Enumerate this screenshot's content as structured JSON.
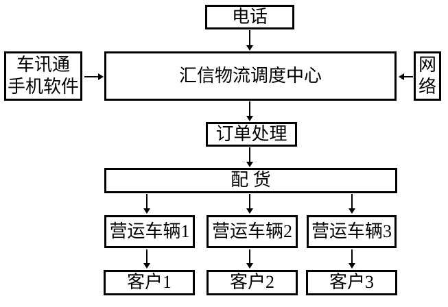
{
  "diagram": {
    "type": "flowchart",
    "colors": {
      "line": "#000000",
      "text": "#000000",
      "background": "#ffffff"
    },
    "nodes": {
      "phone": "电话",
      "app": "车讯通\n手机软件",
      "center": "汇信物流调度中心",
      "network": "网\n络",
      "order": "订单处理",
      "dispatch": "配 货",
      "vehicle1": "营运车辆1",
      "vehicle2": "营运车辆2",
      "vehicle3": "营运车辆3",
      "customer1": "客户1",
      "customer2": "客户2",
      "customer3": "客户3"
    },
    "edges": [
      {
        "from": "phone",
        "to": "center"
      },
      {
        "from": "app",
        "to": "center"
      },
      {
        "from": "network",
        "to": "center"
      },
      {
        "from": "center",
        "to": "order"
      },
      {
        "from": "order",
        "to": "dispatch"
      },
      {
        "from": "dispatch",
        "to": "vehicle1"
      },
      {
        "from": "dispatch",
        "to": "vehicle2"
      },
      {
        "from": "dispatch",
        "to": "vehicle3"
      },
      {
        "from": "vehicle1",
        "to": "customer1"
      },
      {
        "from": "vehicle2",
        "to": "customer2"
      },
      {
        "from": "vehicle3",
        "to": "customer3"
      }
    ]
  }
}
